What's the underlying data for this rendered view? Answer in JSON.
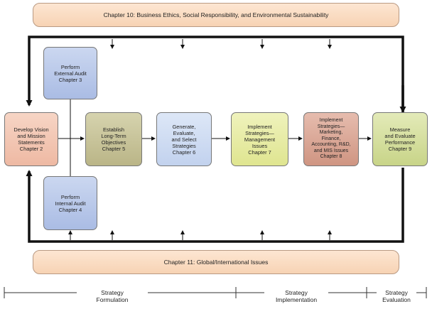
{
  "top_banner": "Chapter 10: Business Ethics, Social Responsibility, and Environmental Sustainability",
  "bottom_banner": "Chapter 11: Global/International Issues",
  "boxes": {
    "vision": [
      "Develop Vision",
      "and Mission",
      "Statements",
      "Chapter 2"
    ],
    "external": [
      "Perform",
      "External Audit",
      "Chapter 3"
    ],
    "internal": [
      "Perform",
      "Internal Audit",
      "Chapter 4"
    ],
    "objectives": [
      "Establish",
      "Long-Term",
      "Objectives",
      "Chapter 5"
    ],
    "generate": [
      "Generate,",
      "Evaluate,",
      "and Select",
      "Strategies",
      "Chapter 6"
    ],
    "implement_mgmt": [
      "Implement",
      "Strategies—",
      "Management",
      "Issues",
      "Chapter 7"
    ],
    "implement_mkt": [
      "Implement",
      "Strategies—",
      "Marketing,",
      "Finance,",
      "Accounting, R&D,",
      "and MIS Issues",
      "Chapter 8"
    ],
    "measure": [
      "Measure",
      "and Evaluate",
      "Performance",
      "Chapter 9"
    ]
  },
  "phases": {
    "formulation": [
      "Strategy",
      "Formulation"
    ],
    "implementation": [
      "Strategy",
      "Implementation"
    ],
    "evaluation": [
      "Strategy",
      "Evaluation"
    ]
  },
  "colors": {
    "banner": "#f7d3b4",
    "vision": "#f2c6b2",
    "audit": "#b9c9ea",
    "objectives": "#c8c49a",
    "generate": "#cfdcf2",
    "implement_mgmt": "#e6eba4",
    "implement_mkt": "#d9a796",
    "measure": "#d6e0a0"
  }
}
